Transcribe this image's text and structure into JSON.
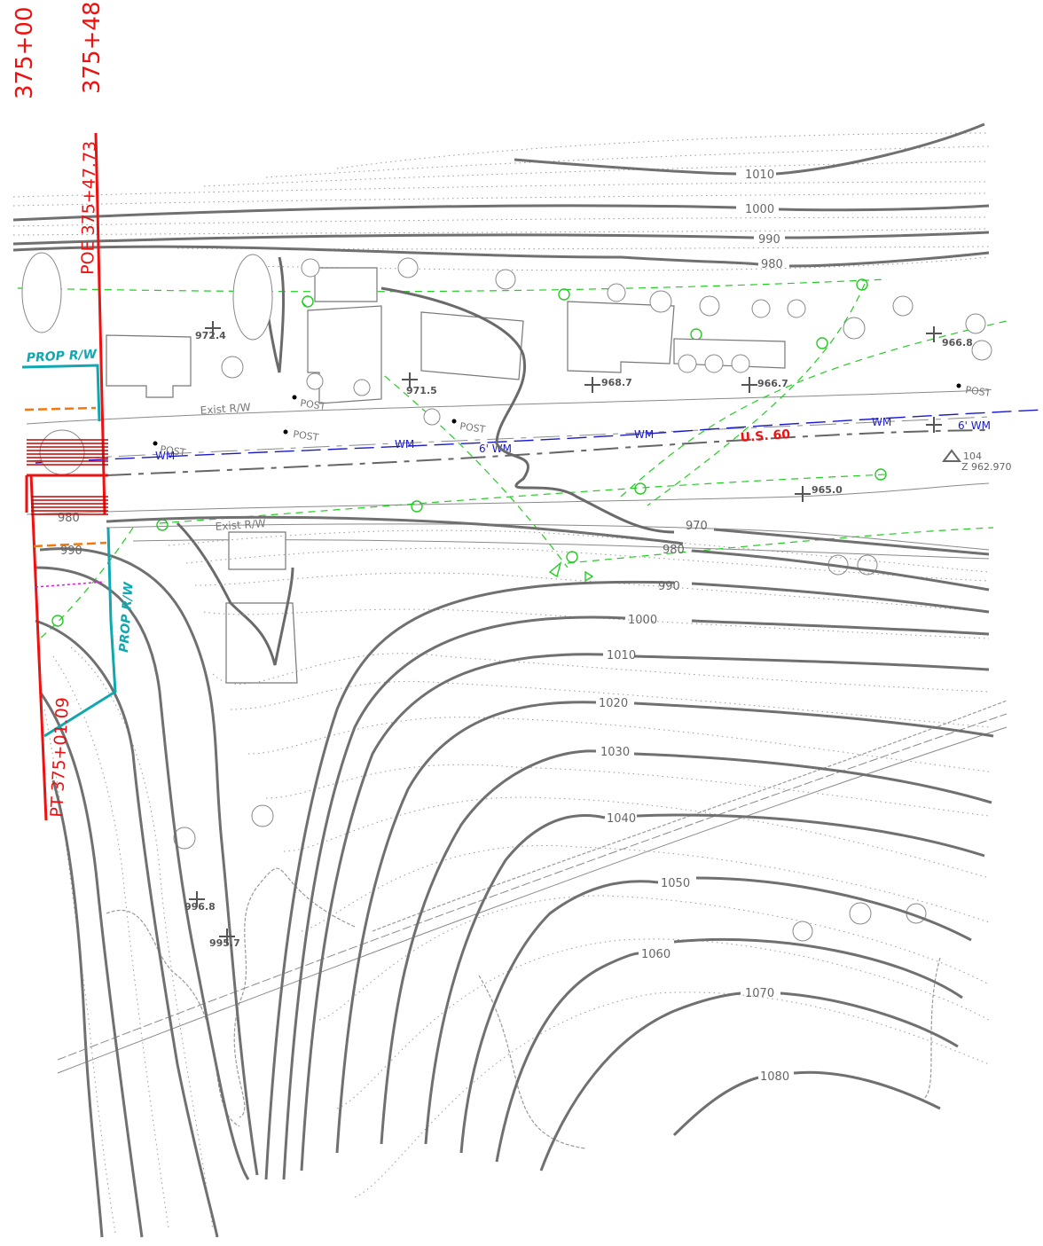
{
  "stations": {
    "sta_a": "375+00",
    "sta_b": "375+48",
    "poe": "POE 375+47.73",
    "pt": "PT 375+01.09"
  },
  "labels": {
    "prop_rw_top": "PROP R/W",
    "prop_rw_left": "PROP R/W",
    "exist_rw_1": "Exist R/W",
    "exist_rw_2": "Exist R/W",
    "road": "U.S. 60",
    "wm": "WM",
    "wm_6": "6' WM",
    "post": "POST",
    "benchmark_id": "104",
    "benchmark_elev": "Z 962.970"
  },
  "contours": [
    "1010",
    "1000",
    "990",
    "980",
    "970",
    "980",
    "990",
    "1000",
    "1010",
    "1020",
    "1030",
    "1040",
    "1050",
    "1060",
    "1070",
    "1080",
    "980",
    "990"
  ],
  "spot_elevations": [
    "972.4",
    "971.5",
    "968.7",
    "966.7",
    "966.8",
    "965.0",
    "996.8",
    "995.7"
  ],
  "colors": {
    "station_red": "#ee1111",
    "prop_rw_teal": "#10a8b0",
    "water_main_blue": "#1a1acc",
    "utility_green": "#22cc22",
    "contour_gray": "#707070"
  }
}
